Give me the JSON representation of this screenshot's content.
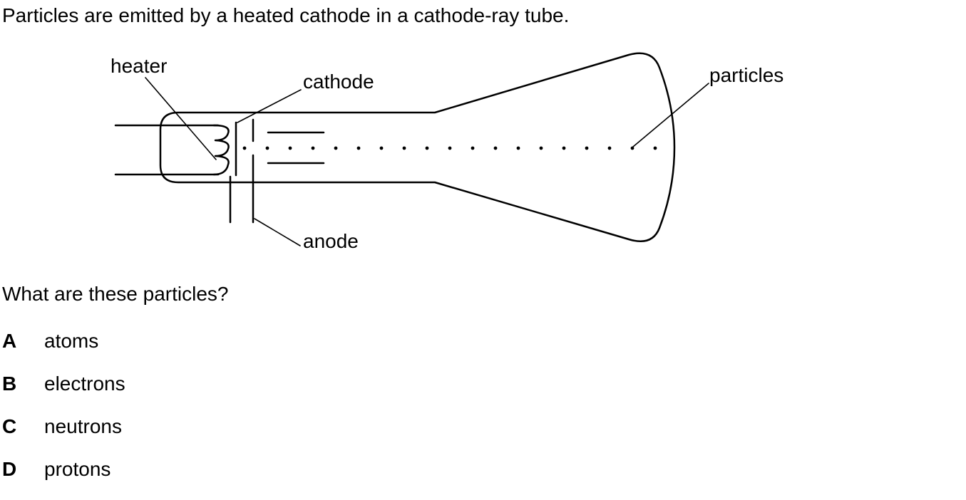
{
  "intro_text": "Particles are emitted by a heated cathode in a cathode-ray tube.",
  "diagram": {
    "labels": {
      "heater": "heater",
      "cathode": "cathode",
      "anode": "anode",
      "particles": "particles"
    }
  },
  "question": "What are these particles?",
  "options": [
    {
      "letter": "A",
      "text": "atoms"
    },
    {
      "letter": "B",
      "text": "electrons"
    },
    {
      "letter": "C",
      "text": "neutrons"
    },
    {
      "letter": "D",
      "text": "protons"
    }
  ]
}
